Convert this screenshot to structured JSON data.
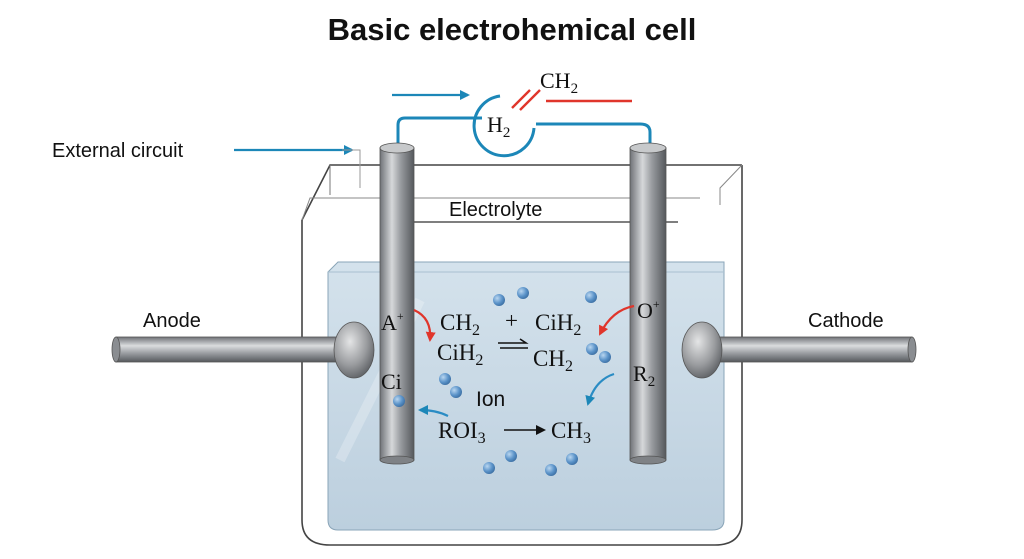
{
  "title": "Basic electrohemical cell",
  "labels": {
    "external_circuit": "External circuit",
    "electrolyte": "Electrolyte",
    "anode": "Anode",
    "cathode": "Cathode",
    "ion": "Ion"
  },
  "meter": {
    "inner": "H",
    "inner_sub": "2",
    "top": "CH",
    "top_sub": "2"
  },
  "chemistry": {
    "a_plus": "A",
    "a_plus_sup": "+",
    "o_plus": "O",
    "o_plus_sup": "+",
    "ci": "Ci",
    "r2": "R",
    "r2_sub": "2",
    "eq1_left": "CH",
    "eq1_left_sub": "2",
    "eq1_plus": "+",
    "eq1_right": "CiH",
    "eq1_right_sub": "2",
    "eq2_left": "CiH",
    "eq2_left_sub": "2",
    "eq2_right": "CH",
    "eq2_right_sub": "2",
    "eq3_left": "ROI",
    "eq3_left_sub": "3",
    "eq3_right": "CH",
    "eq3_right_sub": "3"
  },
  "colors": {
    "wire": "#1c87b8",
    "red_arrow": "#e0352b",
    "blue_arrow": "#2a8cc4",
    "electrolyte": "#c9dbe8",
    "ion": "#5b93c9"
  }
}
